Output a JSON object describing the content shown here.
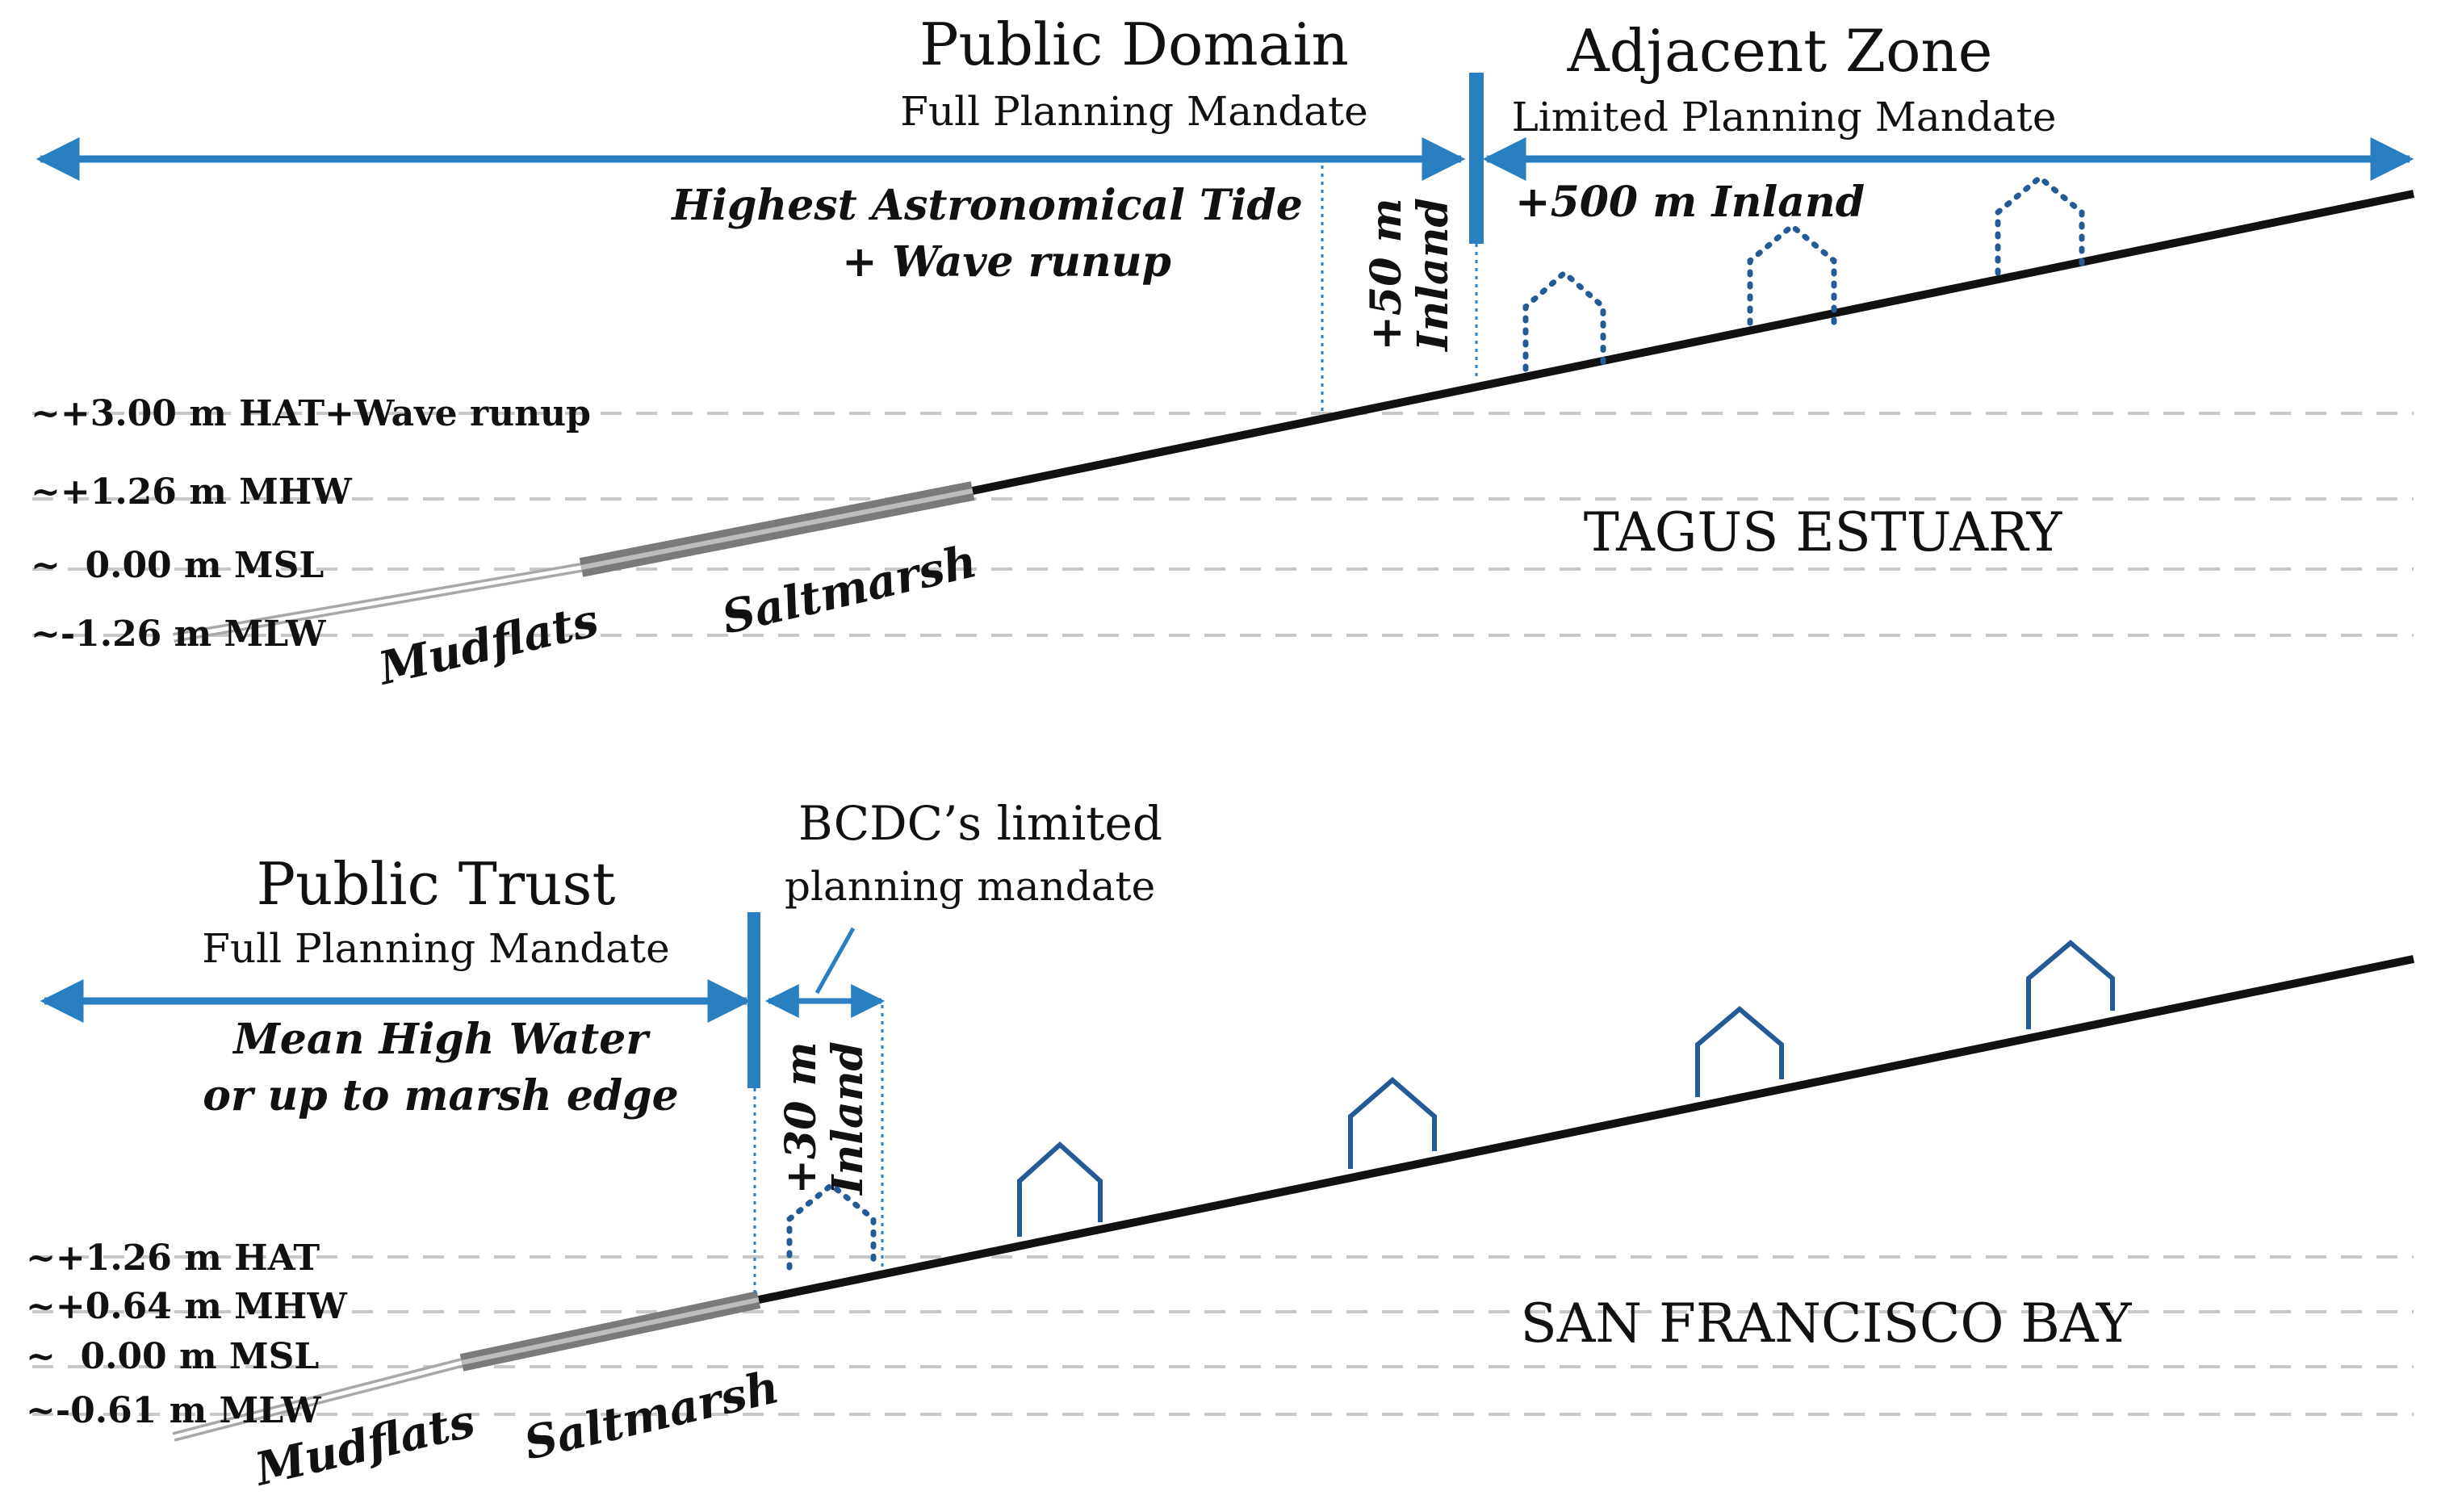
{
  "colors": {
    "accent_blue": "#2a7fc1",
    "house_blue": "#245a96",
    "ground": "#111111",
    "dashed_grid": "#c8c8c8",
    "saltmarsh_band": "#7a7a7a",
    "mudflat_band": "#a8a8a8"
  },
  "tagus": {
    "domain_title": "Public Domain",
    "domain_subtitle": "Full Planning Mandate",
    "domain_limit_line1": "Highest Astronomical Tide",
    "domain_limit_line2": "+ Wave runup",
    "strip_label_line1": "+50 m",
    "strip_label_line2": "Inland",
    "adjacent_title": "Adjacent Zone",
    "adjacent_subtitle": "Limited Planning Mandate",
    "adjacent_extent": "+500 m Inland",
    "levels": [
      "~+3.00 m HAT+Wave runup",
      "~+1.26 m MHW",
      "~  0.00 m MSL",
      "~-1.26 m MLW"
    ],
    "estuary_name": "TAGUS ESTUARY",
    "mudflats": "Mudflats",
    "saltmarsh": "Saltmarsh",
    "house_icons": [
      "house-outline-dotted",
      "house-outline-dotted",
      "house-outline-dotted",
      "house-outline-dotted"
    ]
  },
  "sf": {
    "trust_title": "Public Trust",
    "trust_subtitle": "Full Planning Mandate",
    "trust_limit_line1": "Mean High Water",
    "trust_limit_line2": "or up to marsh edge",
    "bcdc_line1": "BCDC’s limited",
    "bcdc_line2": "planning mandate",
    "strip_label_line1": "+30 m",
    "strip_label_line2": "Inland",
    "levels": [
      "~+1.26 m HAT",
      "~+0.64 m MHW",
      "~  0.00 m MSL",
      "~-0.61 m MLW"
    ],
    "bay_name": "SAN FRANCISCO BAY",
    "mudflats": "Mudflats",
    "saltmarsh": "Saltmarsh",
    "house_icons": [
      "house-outline-dotted",
      "house-outline",
      "house-outline",
      "house-outline",
      "house-outline"
    ]
  }
}
